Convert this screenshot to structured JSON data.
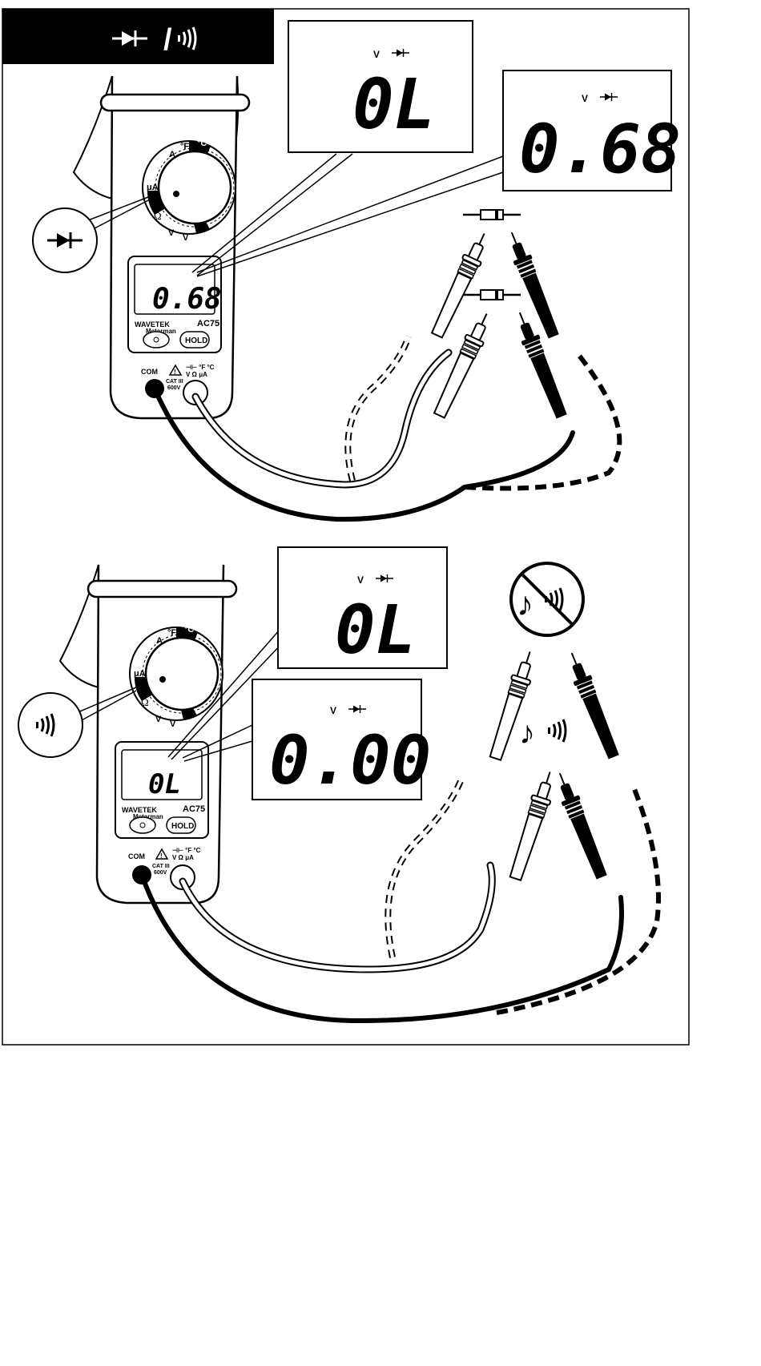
{
  "header": {
    "separator": "/",
    "diode_icon": "diode-icon",
    "continuity_icon": "continuity-sound-icon"
  },
  "meter": {
    "brand_line1": "WAVETEK",
    "brand_line2": "Meterman",
    "model": "AC75",
    "hold_label": "HOLD",
    "com_label": "COM",
    "cat_line1": "CAT III",
    "cat_line2": "600V",
    "input_line1": "⊣⊢ °F °C",
    "input_line2": "V Ω μA",
    "dial": {
      "ac_amps": "A",
      "fahrenheit": "°F",
      "celsius": "°C",
      "micro_amps": "μA",
      "ohm": "Ω",
      "dc_volts": "V",
      "ac_volts": "V",
      "off": "OFF"
    }
  },
  "diode_test": {
    "meter_reading": "0.68",
    "callout_open": {
      "units": "V",
      "reading": "0L"
    },
    "callout_forward": {
      "units": "V",
      "reading": "0.68"
    }
  },
  "continuity_test": {
    "meter_reading": "0L",
    "callout_open": {
      "units": "V",
      "reading": "0L"
    },
    "callout_closed": {
      "units": "V",
      "reading": "0.00"
    },
    "no_sound_icon": "no-sound-icon",
    "sound_icon": "beep-sound-icon"
  }
}
